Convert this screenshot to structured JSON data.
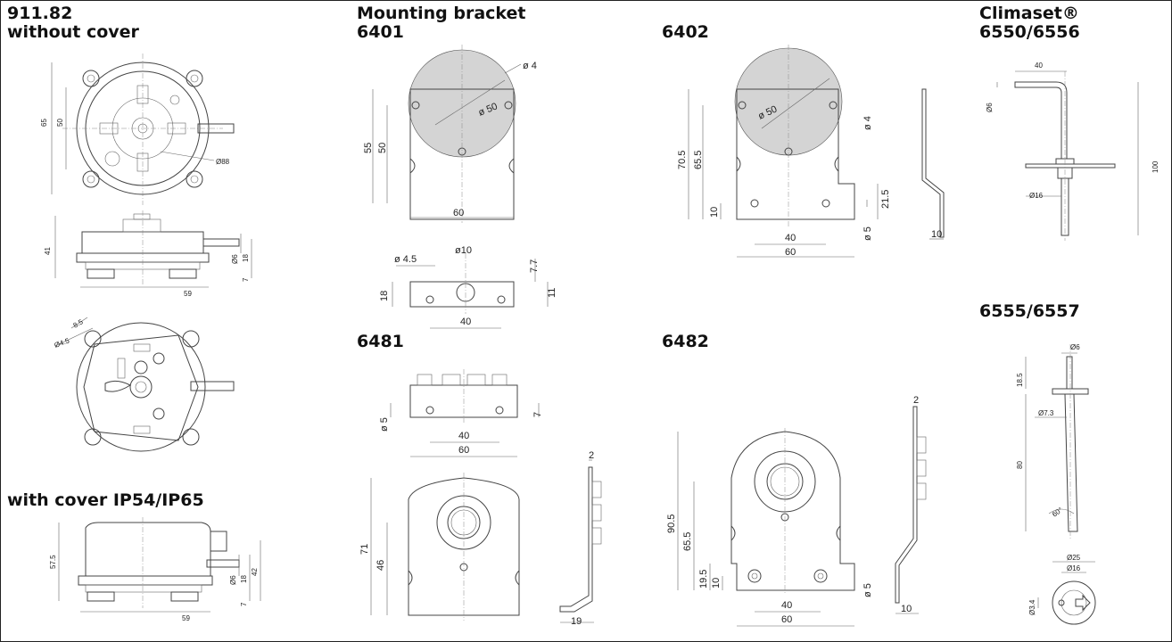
{
  "titles": {
    "main": "911.82",
    "main_sub": "without cover",
    "with_cover": "with cover IP54/IP65",
    "bracket": "Mounting bracket",
    "b6401": "6401",
    "b6402": "6402",
    "b6481": "6481",
    "b6482": "6482",
    "climaset": "Climaset®",
    "c6550": "6550/6556",
    "c6555": "6555/6557"
  },
  "dims": {
    "d65": "65",
    "d50": "50",
    "d88": "Ø88",
    "d41": "41",
    "d6a": "Ø6",
    "d18a": "18",
    "d7a": "7",
    "d59a": "59",
    "d8_5": "8.5",
    "d4_5": "Ø4.5",
    "d57_5": "57.5",
    "d6b": "Ø6",
    "d18b": "18",
    "d42": "42",
    "d7b": "7",
    "d59b": "59",
    "p1_d4": "ø 4",
    "p1_d50": "ø 50",
    "p1_55": "55",
    "p1_50": "50",
    "p1_60": "60",
    "p1_d4_5": "ø 4.5",
    "p1_d10": "ø10",
    "p1_7_7": "7.7",
    "p1_18": "18",
    "p1_11": "11",
    "p1_40": "40",
    "p2_d50": "ø 50",
    "p2_d4": "ø 4",
    "p2_70_5": "70.5",
    "p2_65_5": "65.5",
    "p2_10": "10",
    "p2_21_5": "21.5",
    "p2_d5": "ø 5",
    "p2_40": "40",
    "p2_60": "60",
    "p2_side10": "10",
    "p3_d5": "ø 5",
    "p3_7": "7",
    "p3_40": "40",
    "p3_60": "60",
    "p3_71": "71",
    "p3_46": "46",
    "p3_2": "2",
    "p3_19": "19",
    "p4_90_5": "90.5",
    "p4_65_5": "65.5",
    "p4_19_5": "19.5",
    "p4_10": "10",
    "p4_d5": "ø 5",
    "p4_40": "40",
    "p4_60": "60",
    "p4_2": "2",
    "p4_side10": "10",
    "c1_40": "40",
    "c1_d6": "Ø6",
    "c1_100": "100",
    "c1_d16": "Ø16",
    "c2_d6": "Ø6",
    "c2_18_5": "18.5",
    "c2_d7_3": "Ø7.3",
    "c2_80": "80",
    "c2_60deg": "60°",
    "c2_d25": "Ø25",
    "c2_d16": "Ø16",
    "c2_d3_4": "Ø3.4"
  }
}
